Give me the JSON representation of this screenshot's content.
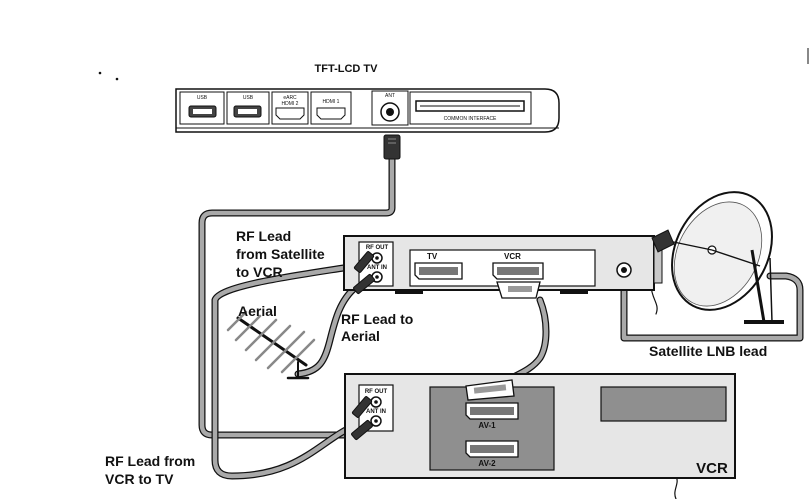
{
  "title": "TFT-LCD TV",
  "tv_panel": {
    "port_labels": [
      "USB",
      "USB",
      "eARC",
      "HDMI 1"
    ],
    "port_sublabels": [
      "",
      "",
      "HDMI 2",
      ""
    ],
    "ant_label": "ANT",
    "ci_label": "COMMON INTERFACE"
  },
  "receiver": {
    "rf_out": "RF OUT",
    "ant_in": "ANT IN",
    "scart_tv": "TV",
    "scart_vcr": "VCR"
  },
  "vcr": {
    "name": "VCR",
    "rf_out": "RF OUT",
    "ant_in": "ANT IN",
    "av1": "AV-1",
    "av2": "AV-2"
  },
  "labels": {
    "rf_satellite": [
      "RF Lead",
      "from Satellite",
      "to VCR"
    ],
    "aerial": "Aerial",
    "rf_aerial": [
      "RF Lead to",
      "Aerial"
    ],
    "satellite_lnb": "Satellite LNB lead",
    "rf_vcr_tv": [
      "RF Lead from",
      "VCR to TV"
    ]
  },
  "colors": {
    "cable": "#a9a9a9",
    "panel": "#e6e6e6",
    "dark_panel": "#8f8f8f",
    "outline": "#111111"
  }
}
